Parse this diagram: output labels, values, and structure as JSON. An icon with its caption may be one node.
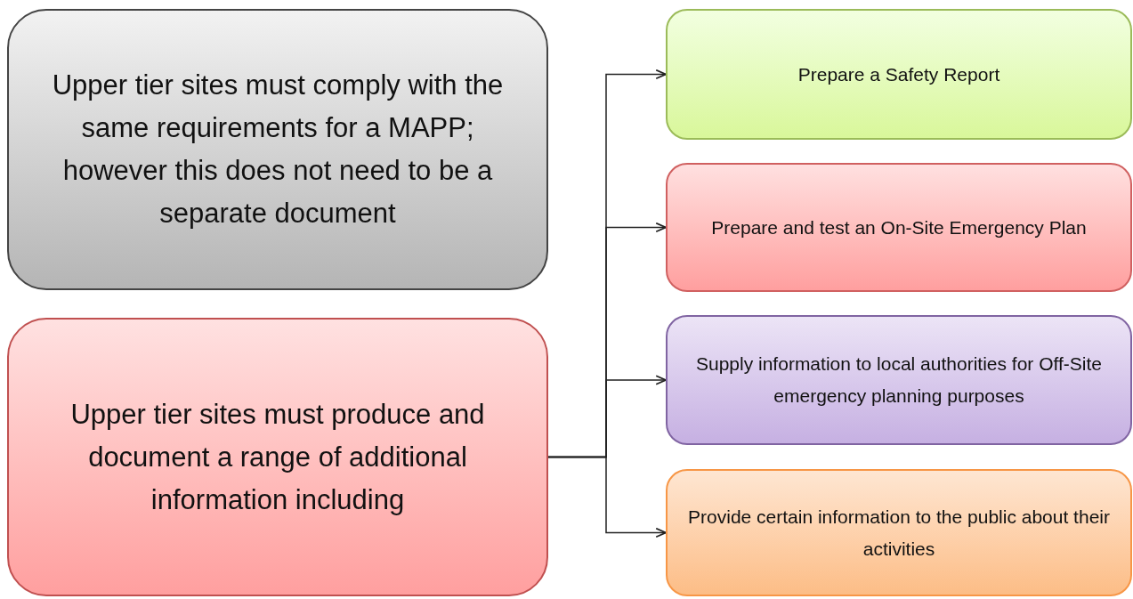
{
  "diagram": {
    "nodes": [
      {
        "text": [
          "Upper tier sites must comply with the same requirements for a MAPP; however this does not need to be a separate document"
        ]
      },
      {
        "text": [
          "Upper tier sites must produce and document a range of additional information including"
        ]
      },
      {
        "text": [
          "Prepare a Safety Report"
        ]
      },
      {
        "text": [
          "Prepare and test an On-Site Emergency Plan"
        ]
      },
      {
        "text": [
          "Supply information to local authorities for Off-Site emergency planning purposes"
        ]
      },
      {
        "text": [
          "Provide certain information to the public about their activities"
        ]
      }
    ],
    "edges": [
      {
        "from": 1,
        "to": 2,
        "arrow": "to"
      },
      {
        "from": 1,
        "to": 3,
        "arrow": "to"
      },
      {
        "from": 1,
        "to": 4,
        "arrow": "to"
      },
      {
        "from": 1,
        "to": 5,
        "arrow": "to"
      }
    ]
  }
}
